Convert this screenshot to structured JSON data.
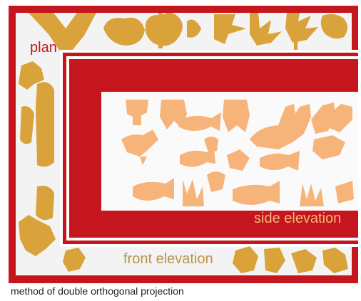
{
  "labels": {
    "plan": "plan",
    "side_elevation": "side elevation",
    "front_elevation": "front elevation"
  },
  "caption": "method of double orthogonal projection",
  "colors": {
    "frame_red": "#c4161c",
    "plan_gold": "#d9a23a",
    "side_peach": "#f5b77a",
    "front_text": "#b99448",
    "background": "#ffffff",
    "panel_bg": "#f1f1f1"
  },
  "motifs": {
    "plan": [
      "plants",
      "tree",
      "leaf"
    ],
    "side_elevation": [
      "animals",
      "fish",
      "birds",
      "ducks",
      "plant"
    ],
    "front_elevation": [
      "plants",
      "leaf"
    ]
  }
}
